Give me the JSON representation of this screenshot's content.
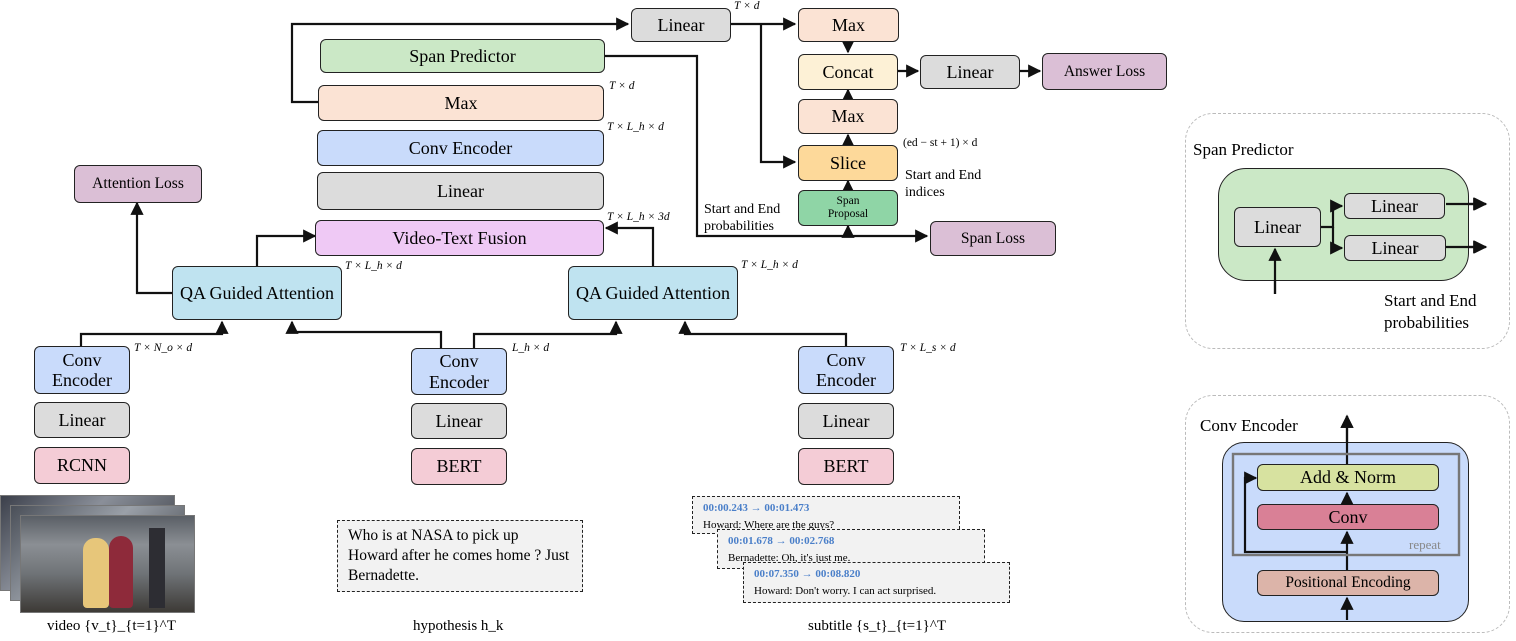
{
  "main": {
    "linear_top": "Linear",
    "span_predictor": "Span Predictor",
    "max_left": "Max",
    "conv_encoder_main": "Conv Encoder",
    "linear_mid": "Linear",
    "fusion": "Video-Text Fusion",
    "qa_attention": "QA Guided Attention",
    "attention_loss": "Attention Loss",
    "conv_encoder_stack": "Conv Encoder",
    "linear_stack": "Linear",
    "rcnn": "RCNN",
    "bert": "BERT",
    "max_right_top": "Max",
    "concat": "Concat",
    "linear_right": "Linear",
    "answer_loss": "Answer Loss",
    "max_right_mid": "Max",
    "slice": "Slice",
    "span_proposal": "Span Proposal",
    "span_loss": "Span Loss"
  },
  "annotations": {
    "t_d_linear": "T × d",
    "t_d_span": "T × d",
    "t_lh_d_max": "T × L_h × d",
    "t_lh_3d": "T × L_h × 3d",
    "t_lh_d_qa1": "T × L_h × d",
    "t_lh_d_qa2": "T × L_h × d",
    "t_no_d": "T × N_o × d",
    "lh_d": "L_h × d",
    "t_ls_d": "T × L_s × d",
    "ed_st": "(ed − st + 1) × d",
    "start_end_indices": "Start and End indices",
    "start_end_probs": "Start and End probabilities"
  },
  "inputs": {
    "video_label": "video {v_t}_{t=1}^T",
    "hypothesis_label": "hypothesis h_k",
    "subtitle_label": "subtitle {s_t}_{t=1}^T",
    "hypothesis_text": "Who is at NASA to pick up Howard after he comes home ? Just Bernadette.",
    "subtitles": [
      {
        "time": "00:00.243 → 00:01.473",
        "text": "Howard: Where are the guys?"
      },
      {
        "time": "00:01.678 → 00:02.768",
        "text": "Bernadette: Oh, it's just me."
      },
      {
        "time": "00:07.350 → 00:08.820",
        "text": "Howard: Don't worry. I can act surprised."
      }
    ]
  },
  "span_panel": {
    "title": "Span Predictor",
    "linear": "Linear",
    "linear_out1": "Linear",
    "linear_out2": "Linear",
    "caption": "Start and End probabilities"
  },
  "conv_panel": {
    "title": "Conv Encoder",
    "add_norm": "Add & Norm",
    "conv": "Conv",
    "repeat": "repeat",
    "positional": "Positional Encoding"
  },
  "colors": {
    "gray": "#dcdcdc",
    "peach": "#fbe3d4",
    "green": "#cbe8c6",
    "blue": "#c9dbfb",
    "purple": "#efc9f5",
    "cyan": "#bfe3f0",
    "mauve": "#dbbfd6",
    "orange": "#fdd99a",
    "teal": "#8fd5a6",
    "pink": "#f8d6e0",
    "subtitle_time": "#4a7fc9"
  }
}
